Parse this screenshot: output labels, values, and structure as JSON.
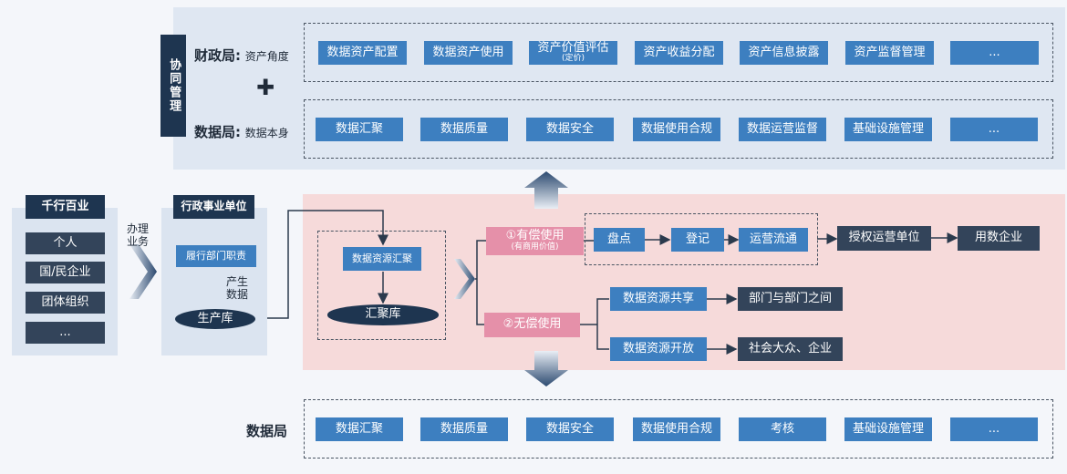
{
  "finance": {
    "label": "财政局:",
    "perspective": "资产角度",
    "items": [
      "数据资产配置",
      "数据资产使用",
      "资产价值评估",
      "资产收益分配",
      "资产信息披露",
      "资产监督管理",
      "..."
    ],
    "item3_sub": "(定价)"
  },
  "collab": {
    "label": "协同管理"
  },
  "plus": "✚",
  "databureau": {
    "label": "数据局:",
    "perspective": "数据本身",
    "items": [
      "数据汇聚",
      "数据质量",
      "数据安全",
      "数据使用合规",
      "数据运营监督",
      "基础设施管理",
      "..."
    ]
  },
  "left": {
    "title": "千行百业",
    "items": [
      "个人",
      "国/民企业",
      "团体组织",
      "..."
    ],
    "action": "办理业务"
  },
  "gov": {
    "title": "行政事业单位",
    "duty": "履行部门职责",
    "produce": "产生数据",
    "db": "生产库"
  },
  "gather": {
    "box": "数据资源汇聚",
    "db": "汇聚库"
  },
  "paid": {
    "label": "①有偿使用",
    "sub": "(有商用价值)",
    "steps": [
      "盘点",
      "登记",
      "运营流通"
    ],
    "auth": "授权运营单位",
    "enterprise": "用数企业"
  },
  "free": {
    "label": "②无偿使用",
    "share": "数据资源共享",
    "share_target": "部门与部门之间",
    "open": "数据资源开放",
    "open_target": "社会大众、企业"
  },
  "bottom": {
    "label": "数据局",
    "items": [
      "数据汇聚",
      "数据质量",
      "数据安全",
      "数据使用合规",
      "考核",
      "基础设施管理",
      "..."
    ]
  },
  "colors": {
    "blue": "#3d7fc0",
    "dark": "#33445a",
    "pink": "#e590a9",
    "panel": "#dfe7f2",
    "pinkpanel": "#f6dada"
  }
}
